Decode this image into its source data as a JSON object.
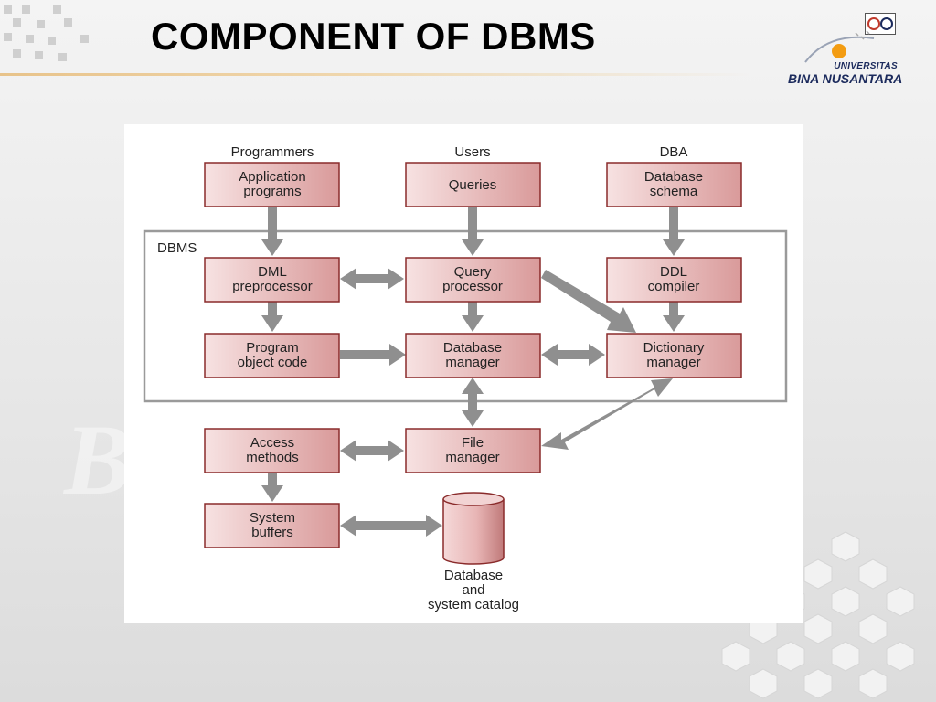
{
  "slide": {
    "title": "COMPONENT OF DBMS"
  },
  "logo": {
    "line1": "UNIVERSITAS",
    "line2": "BINA NUSANTARA"
  },
  "diagram": {
    "actors": {
      "programmers": "Programmers",
      "users": "Users",
      "dba": "DBA"
    },
    "dbms_label": "DBMS",
    "boxes": {
      "application_programs": [
        "Application",
        "programs"
      ],
      "queries": [
        "Queries"
      ],
      "database_schema": [
        "Database",
        "schema"
      ],
      "dml_preprocessor": [
        "DML",
        "preprocessor"
      ],
      "query_processor": [
        "Query",
        "processor"
      ],
      "ddl_compiler": [
        "DDL",
        "compiler"
      ],
      "program_object_code": [
        "Program",
        "object code"
      ],
      "database_manager": [
        "Database",
        "manager"
      ],
      "dictionary_manager": [
        "Dictionary",
        "manager"
      ],
      "access_methods": [
        "Access",
        "methods"
      ],
      "file_manager": [
        "File",
        "manager"
      ],
      "system_buffers": [
        "System",
        "buffers"
      ]
    },
    "storage_label": [
      "Database",
      "and",
      "system catalog"
    ],
    "colors": {
      "box_fill_start": "#f7e2e2",
      "box_fill_end": "#d99a9a",
      "box_border": "#8a2b2b",
      "arrow": "#8f8f8f",
      "frame": "#9a9a9a"
    }
  }
}
